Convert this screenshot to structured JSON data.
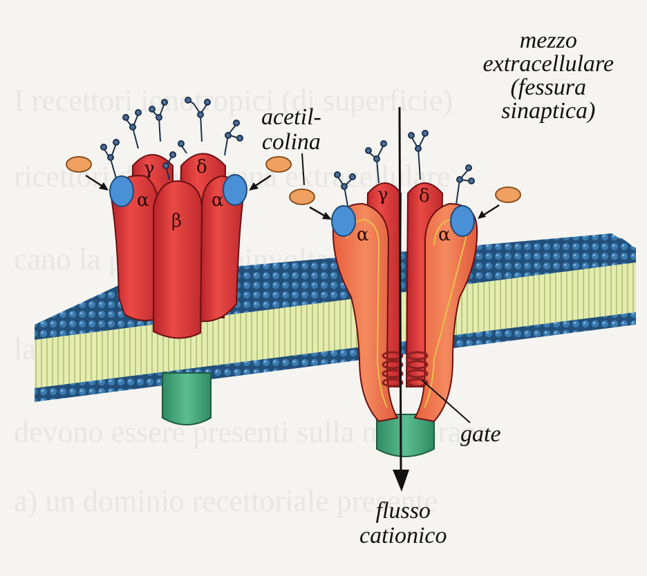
{
  "labels": {
    "extracellular_line1": "mezzo",
    "extracellular_line2": "extracellulare",
    "extracellular_line3": "(fessura",
    "extracellular_line4": "sinaptica)",
    "acetylcholine_line1": "acetil-",
    "acetylcholine_line2": "colina",
    "gate": "gate",
    "flux_line1": "flusso",
    "flux_line2": "cationico"
  },
  "subunits": {
    "alpha": "α",
    "beta": "β",
    "gamma": "γ",
    "delta": "δ"
  },
  "colors": {
    "membrane_head": "#2f6a9a",
    "membrane_tail": "#d9e4a0",
    "subunit_red": "#e2443f",
    "subunit_orange": "#f07850",
    "binding_site_blue": "#4a90d6",
    "acetylcholine": "#f0a060",
    "cytoplasmic_domain": "#4caa80"
  }
}
